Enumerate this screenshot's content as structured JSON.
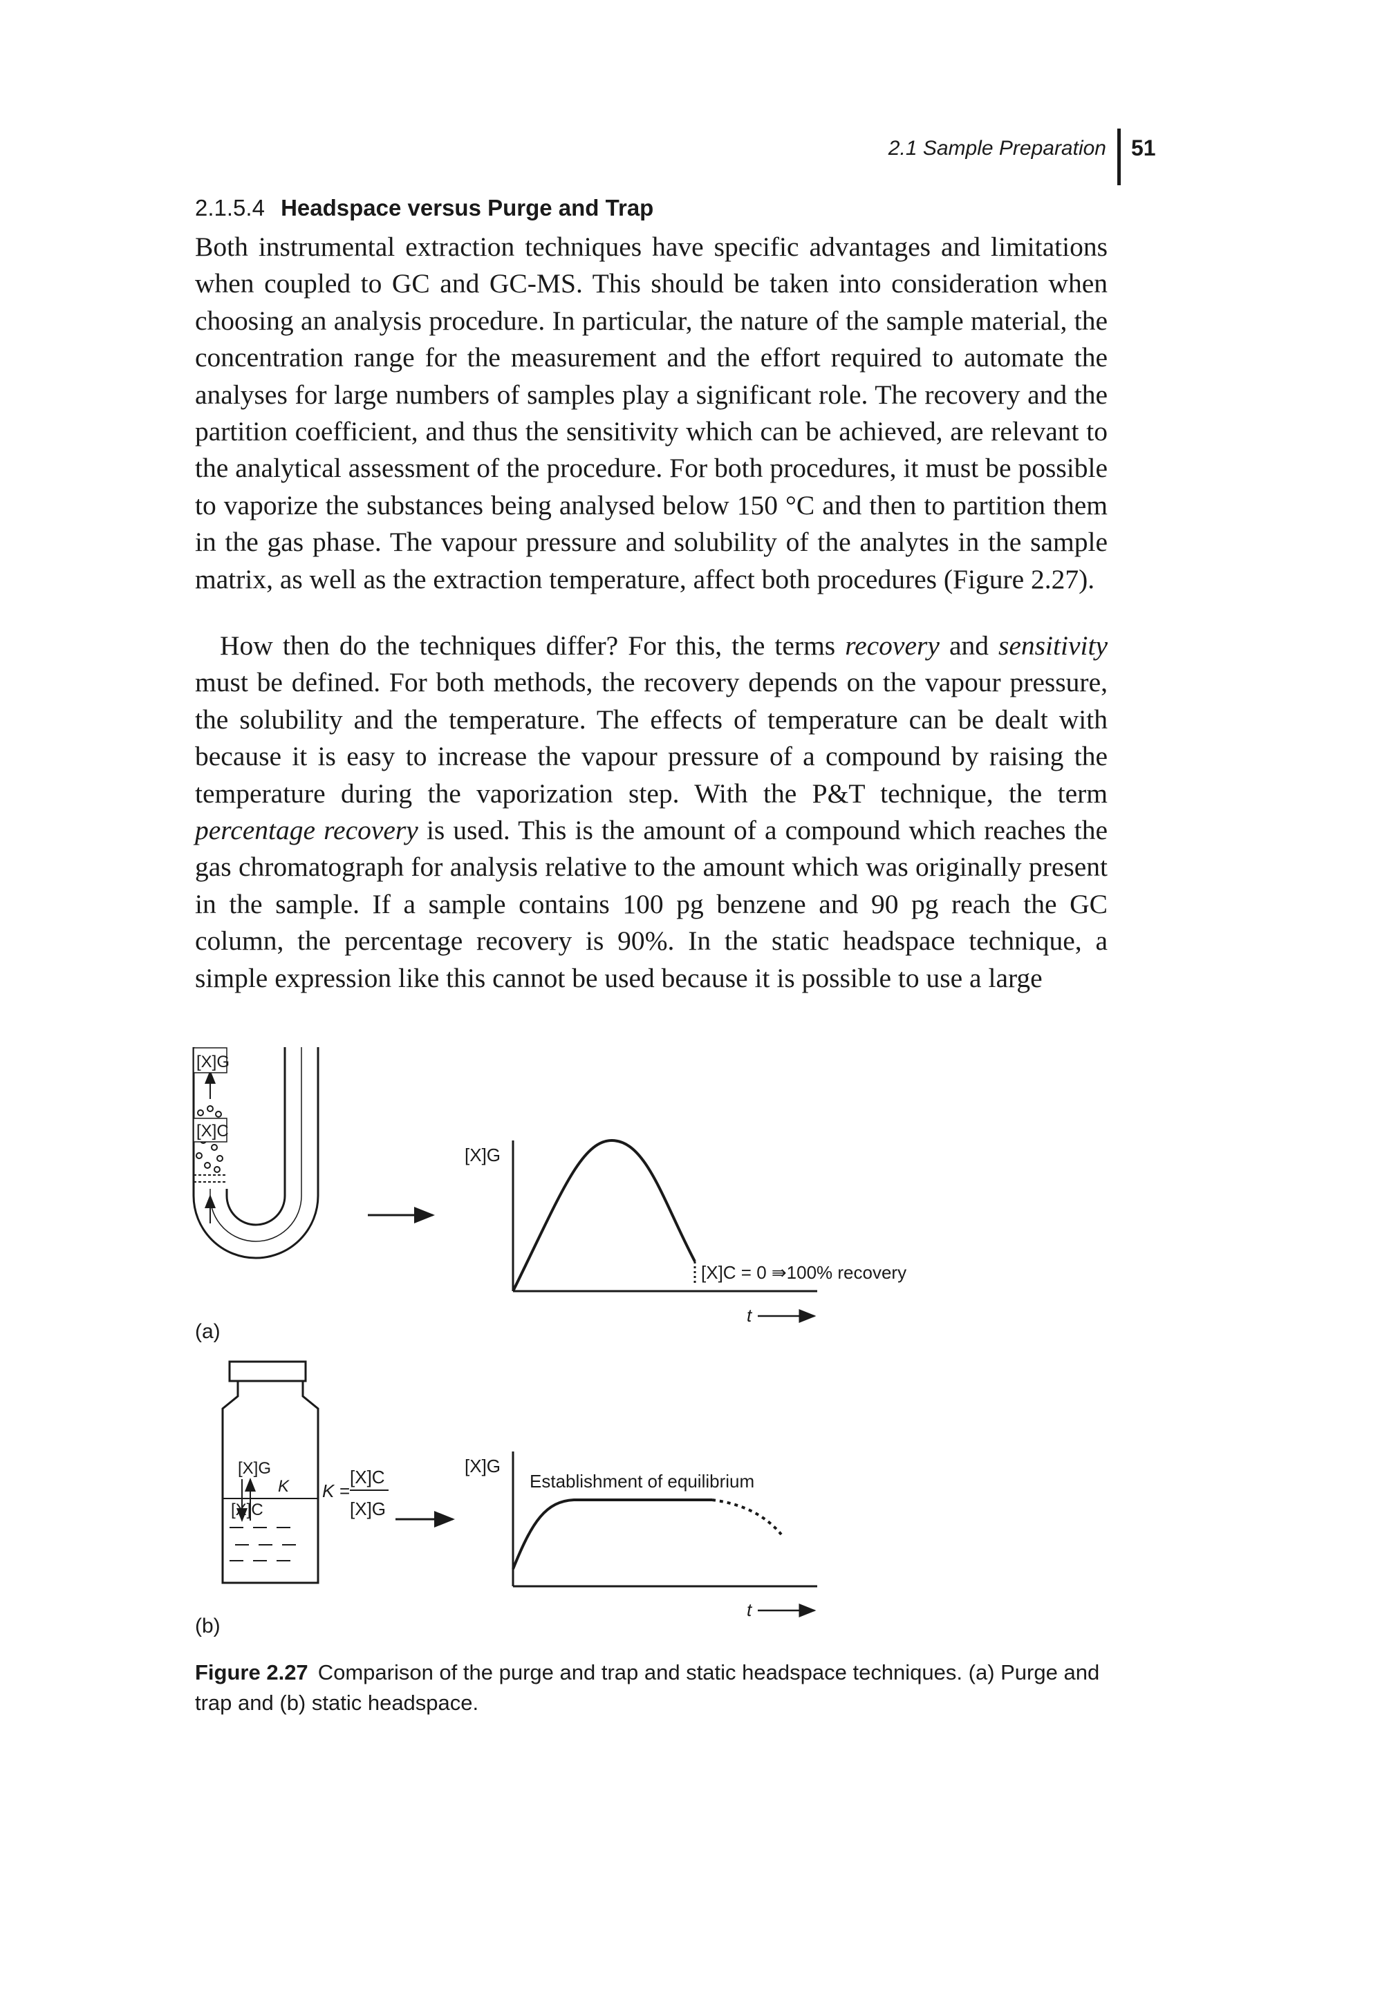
{
  "header": {
    "running_head": "2.1   Sample Preparation",
    "page_number": "51"
  },
  "section": {
    "number": "2.1.5.4",
    "title": "Headspace versus Purge and Trap"
  },
  "paragraphs": {
    "p1": "Both instrumental extraction techniques have specific advantages and limitations when coupled to GC and GC-MS. This should be taken into consideration when choosing an analysis procedure. In particular, the nature of the sample material, the concentration range for the measurement and the effort required to automate the analyses for large numbers of samples play a significant role. The recovery and the partition coefficient, and thus the sensitivity which can be achieved, are relevant to the analytical assessment of the procedure. For both procedures, it must be possible to vaporize the substances being analysed below 150 °C and then to partition them in the gas phase. The vapour pressure and solubility of the analytes in the sample matrix, as well as the extraction temperature, affect both procedures (Figure 2.27).",
    "p2_a": "How then do the techniques differ? For this, the terms ",
    "p2_em1": "recovery",
    "p2_b": " and ",
    "p2_em2": "sensitivity",
    "p2_c": " must be defined. For both methods, the recovery depends on the vapour pressure, the solubility and the temperature. The effects of temperature can be dealt with because it is easy to increase the vapour pressure of a compound by raising the temperature during the vaporization step. With the P&T technique, the term ",
    "p2_em3": "percentage recovery",
    "p2_d": " is used. This is the amount of a compound which reaches the gas chromatograph for analysis relative to the amount which was originally present in the sample. If a sample contains 100 pg benzene and 90 pg reach the GC column, the percentage recovery is 90%. In the static headspace technique, a simple expression like this cannot be used because it is possible to use a large"
  },
  "figure": {
    "panel_a": {
      "label": "(a)",
      "tube_gas": "[X]G",
      "tube_liquid": "[X]C",
      "graph_ylabel": "[X]G",
      "annotation": "[X]C = 0 ⇛100% recovery",
      "time_label": "t"
    },
    "panel_b": {
      "label": "(b)",
      "vial_gas": "[X]G",
      "vial_liquid": "[X]C",
      "vial_k": "K",
      "equation_lhs": "K =",
      "equation_num": "[X]C",
      "equation_den": "[X]G",
      "graph_ylabel": "[X]G",
      "annotation": "Establishment of equilibrium",
      "time_label": "t"
    }
  },
  "caption": {
    "label": "Figure 2.27",
    "text": "Comparison of the purge and trap and static headspace techniques. (a) Purge and trap and (b) static headspace."
  }
}
